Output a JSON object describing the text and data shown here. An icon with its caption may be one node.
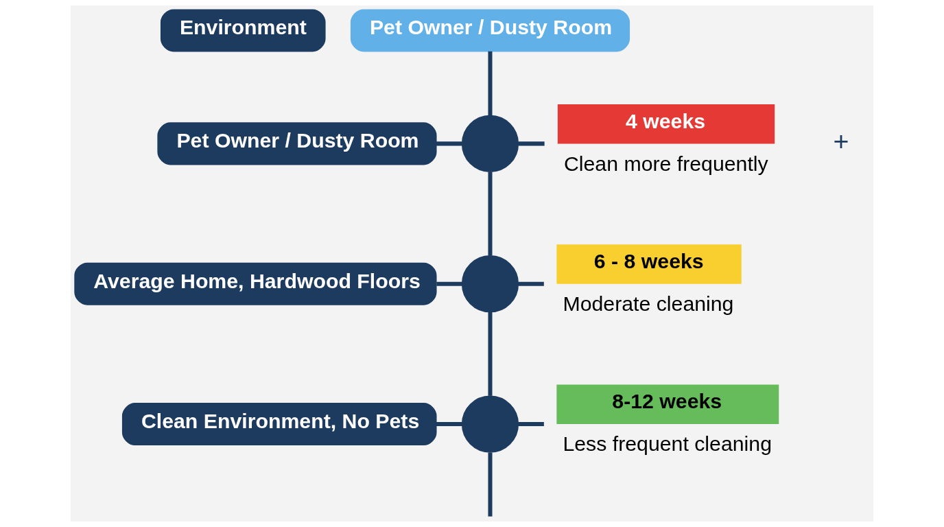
{
  "diagram": {
    "nodes": [
      {
        "text": [
          "Environment"
        ]
      },
      {
        "text": [
          "Pet Owner / Dusty Room"
        ]
      },
      {
        "text": [
          "Pet Owner / Dusty Room"
        ]
      },
      {
        "text": [],
        "shape": "circle"
      },
      {
        "text": [
          "4 weeks"
        ],
        "beside": [
          "Clean more frequently"
        ]
      },
      {
        "text": [
          "Average Home, Hardwood Floors"
        ]
      },
      {
        "text": [],
        "shape": "circle"
      },
      {
        "text": [
          "6 - 8 weeks"
        ],
        "beside": [
          "Moderate cleaning"
        ]
      },
      {
        "text": [
          "Clean Environment, No Pets"
        ]
      },
      {
        "text": [],
        "shape": "circle"
      },
      {
        "text": [
          "8-12 weeks"
        ],
        "beside": [
          "Less frequent cleaning"
        ]
      }
    ],
    "edges": [
      {
        "from": 1,
        "to": 3,
        "arrow": "none"
      },
      {
        "from": 2,
        "to": 3,
        "arrow": "none"
      },
      {
        "from": 3,
        "to": 4,
        "arrow": "none"
      },
      {
        "from": 3,
        "to": 6,
        "arrow": "none"
      },
      {
        "from": 5,
        "to": 6,
        "arrow": "none"
      },
      {
        "from": 6,
        "to": 7,
        "arrow": "none"
      },
      {
        "from": 6,
        "to": 9,
        "arrow": "none"
      },
      {
        "from": 8,
        "to": 9,
        "arrow": "none"
      },
      {
        "from": 9,
        "to": 10,
        "arrow": "none"
      },
      {
        "from": 9,
        "to": null,
        "arrow": "none"
      }
    ],
    "labels": [
      "+"
    ]
  }
}
